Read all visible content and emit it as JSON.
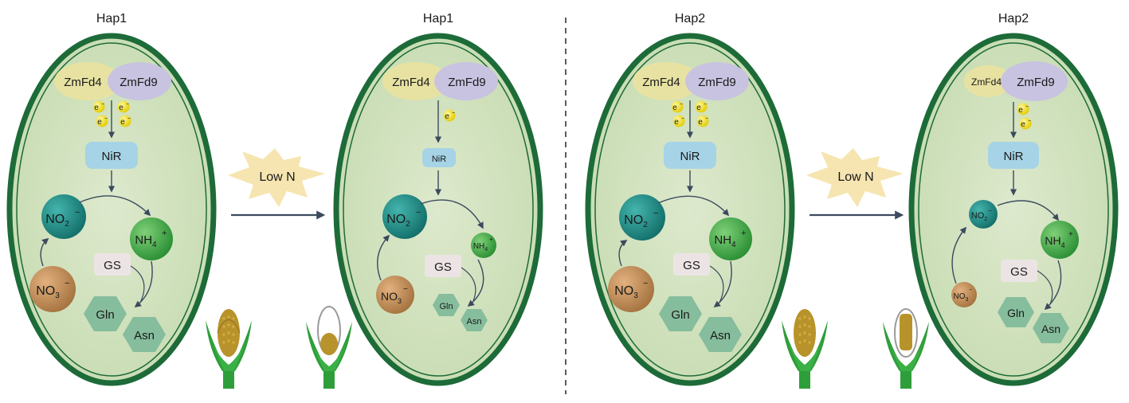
{
  "cells": [
    {
      "title": "Hap1",
      "fd4": "ZmFd4",
      "fd9": "ZmFd9",
      "electron": "e",
      "nir": "NiR",
      "no2": "NO",
      "no2_sub": "2",
      "no2_sup": "−",
      "nh4": "NH",
      "nh4_sub": "4",
      "nh4_sup": "+",
      "no3": "NO",
      "no3_sub": "3",
      "no3_sup": "−",
      "gs": "GS",
      "gln": "Gln",
      "asn": "Asn",
      "electron_count": 4
    },
    {
      "title": "Hap1",
      "fd4": "ZmFd4",
      "fd9": "ZmFd9",
      "electron": "e",
      "nir": "NiR",
      "no2": "NO",
      "no2_sub": "2",
      "no2_sup": "−",
      "nh4": "NH",
      "nh4_sub": "4",
      "nh4_sup": "+",
      "no3": "NO",
      "no3_sub": "3",
      "no3_sup": "−",
      "gs": "GS",
      "gln": "Gln",
      "asn": "Asn",
      "electron_count": 1
    },
    {
      "title": "Hap2",
      "fd4": "ZmFd4",
      "fd9": "ZmFd9",
      "electron": "e",
      "nir": "NiR",
      "no2": "NO",
      "no2_sub": "2",
      "no2_sup": "−",
      "nh4": "NH",
      "nh4_sub": "4",
      "nh4_sup": "+",
      "no3": "NO",
      "no3_sub": "3",
      "no3_sup": "−",
      "gs": "GS",
      "gln": "Gln",
      "asn": "Asn",
      "electron_count": 4
    },
    {
      "title": "Hap2",
      "fd4": "ZmFd4",
      "fd9": "ZmFd9",
      "electron": "e",
      "nir": "NiR",
      "no2": "NO",
      "no2_sub": "2",
      "no2_sup": "−",
      "nh4": "NH",
      "nh4_sub": "4",
      "nh4_sup": "+",
      "no3": "NO",
      "no3_sub": "3",
      "no3_sup": "−",
      "gs": "GS",
      "gln": "Gln",
      "asn": "Asn",
      "electron_count": 2
    }
  ],
  "stress": [
    {
      "label": "Low N"
    },
    {
      "label": "Low N"
    }
  ],
  "colors": {
    "cell_fill": "#d3e4c1",
    "cell_border": "#1d6b38",
    "fd4": "#e8e2a2",
    "fd9": "#c7c3e0",
    "electron": "#f2e21c",
    "nir": "#a6d3e6",
    "no2": "#1e8c86",
    "nh4": "#3da843",
    "no3": "#c08c58",
    "gs": "#ece4e4",
    "hex": "#86bd9c",
    "arrow": "#3b4a5e",
    "burst": "#f6e5b0",
    "kernel": "#b8932b",
    "husk": "#2e9e3a"
  }
}
